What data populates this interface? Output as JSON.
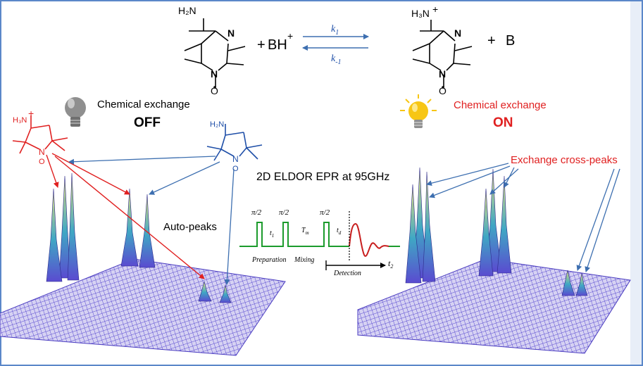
{
  "reaction": {
    "plus_sign": "+",
    "reagent": "BH",
    "reagent_charge": "+",
    "forward_rate": "k",
    "forward_rate_sub": "1",
    "reverse_rate": "k",
    "reverse_rate_sub": "-1",
    "product_base": "B",
    "product_plus": "+"
  },
  "molecule_labels": {
    "amine": "H₂N",
    "ammonium": "H₃N",
    "charge": "+",
    "ring_nitrogen": "N",
    "oxygen": "O"
  },
  "left_panel": {
    "exchange_label": "Chemical exchange",
    "state": "OFF",
    "auto_peaks_label": "Auto-peaks"
  },
  "right_panel": {
    "exchange_label": "Chemical exchange",
    "state": "ON",
    "cross_peaks_label": "Exchange cross-peaks"
  },
  "pulse_sequence": {
    "title": "2D ELDOR EPR at 95GHz",
    "pulse_labels": [
      "π/2",
      "π/2",
      "π/2"
    ],
    "delay_labels": [
      "t",
      "T",
      "t"
    ],
    "delay_subs": [
      "1",
      "m",
      "d"
    ],
    "phase_labels": [
      "Preparation",
      "Mixing",
      "Detection"
    ],
    "t2_label": "t",
    "t2_sub": "2"
  },
  "colors": {
    "protonated": "#e02020",
    "neutral": "#1f4fa8",
    "arrow_blue": "#3d6fb0",
    "pulse_green": "#1c9b2c",
    "fid_red": "#c81e1e",
    "mesh": "#5a4bd0",
    "peak_tip": "#e8e07a",
    "bulb_off": "#9a9a9a",
    "bulb_on": "#f7c614"
  }
}
